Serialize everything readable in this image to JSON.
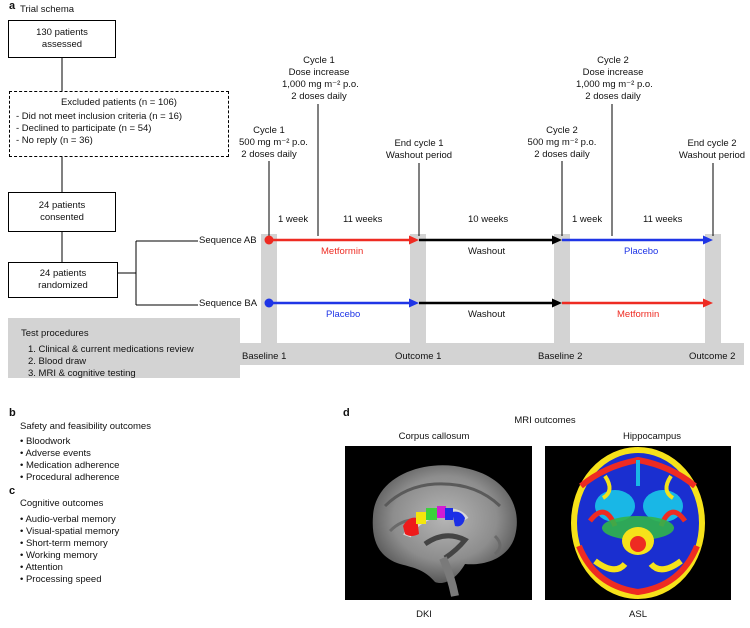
{
  "panels": {
    "a": "a",
    "b": "b",
    "c": "c",
    "d": "d"
  },
  "a": {
    "title": "Trial schema",
    "assessed": [
      "130 patients",
      "assessed"
    ],
    "excluded": {
      "title": "Excluded patients (n = 106)",
      "items": [
        "- Did not meet inclusion criteria (n = 16)",
        "- Declined to participate (n = 54)",
        "- No reply (n = 36)"
      ]
    },
    "consented": [
      "24 patients",
      "consented"
    ],
    "randomized": [
      "24 patients",
      "randomized"
    ],
    "sequences": [
      "Sequence AB",
      "Sequence BA"
    ],
    "cycle1_start": [
      "Cycle 1",
      "500 mg m⁻² p.o.",
      "2 doses daily"
    ],
    "cycle1_increase": [
      "Cycle 1",
      "Dose increase",
      "1,000 mg m⁻² p.o.",
      "2 doses daily"
    ],
    "end_cycle1": [
      "End cycle 1",
      "Washout period"
    ],
    "cycle2_start": [
      "Cycle 2",
      "500 mg m⁻² p.o.",
      "2 doses daily"
    ],
    "cycle2_increase": [
      "Cycle 2",
      "Dose increase",
      "1,000 mg m⁻² p.o.",
      "2 doses daily"
    ],
    "end_cycle2": [
      "End cycle 2",
      "Washout period"
    ],
    "durations": [
      "1 week",
      "11 weeks",
      "10 weeks",
      "1 week",
      "11 weeks"
    ],
    "arm_labels": {
      "ab": [
        "Metformin",
        "Washout",
        "Placebo"
      ],
      "ba": [
        "Placebo",
        "Washout",
        "Metformin"
      ]
    },
    "test_procedures": {
      "title": "Test procedures",
      "items": [
        "1. Clinical & current medications review",
        "2. Blood draw",
        "3. MRI & cognitive testing"
      ]
    },
    "timepoints": [
      "Baseline 1",
      "Outcome 1",
      "Baseline 2",
      "Outcome 2"
    ],
    "colors": {
      "metformin": "#ee2b22",
      "placebo": "#1f35e6",
      "washout": "#000000",
      "bar": "#d3d3d3"
    }
  },
  "b": {
    "title": "Safety and feasibility outcomes",
    "items": [
      "Bloodwork",
      "Adverse events",
      "Medication adherence",
      "Procedural adherence"
    ]
  },
  "c": {
    "title": "Cognitive outcomes",
    "items": [
      "Audio-verbal memory",
      "Visual-spatial memory",
      "Short-term memory",
      "Working memory",
      "Attention",
      "Processing speed"
    ]
  },
  "d": {
    "title": "MRI outcomes",
    "left_title": "Corpus callosum",
    "right_title": "Hippocampus",
    "left_caption": "DKI",
    "right_caption": "ASL"
  }
}
